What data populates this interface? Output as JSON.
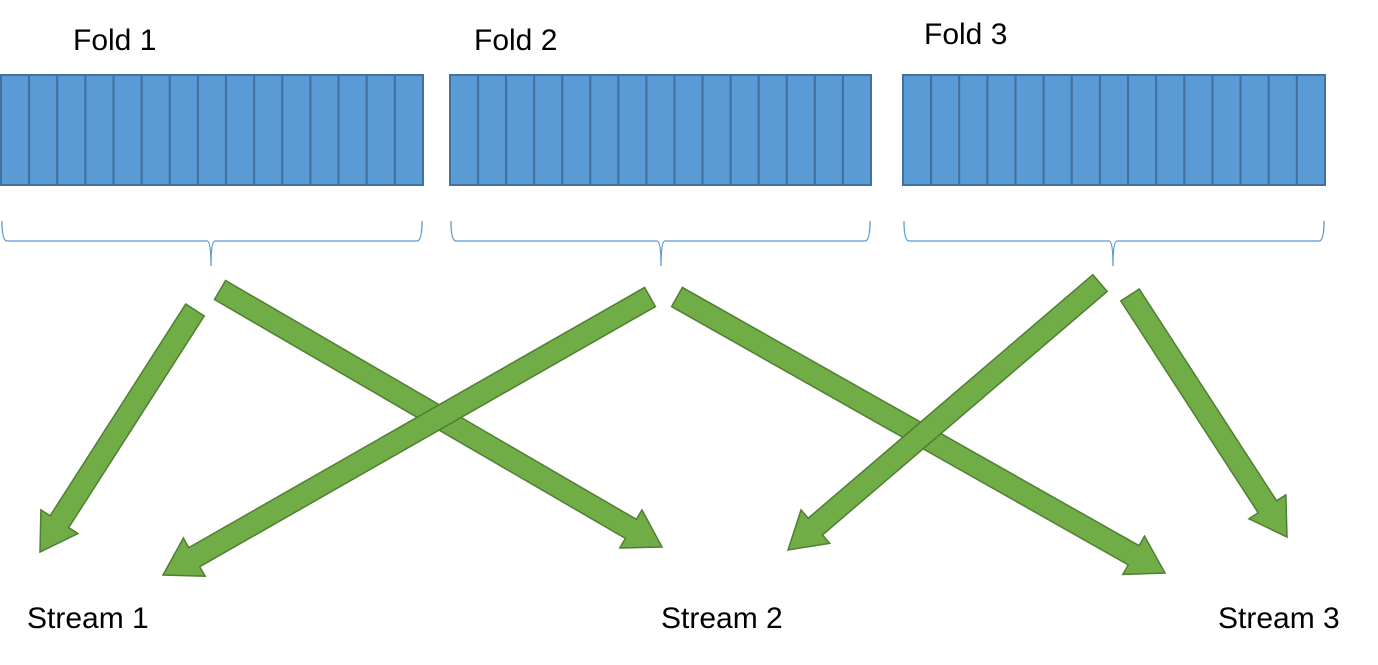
{
  "folds": [
    {
      "label": "Fold 1",
      "cells": 15
    },
    {
      "label": "Fold 2",
      "cells": 15
    },
    {
      "label": "Fold 3",
      "cells": 15
    }
  ],
  "streams": [
    {
      "label": "Stream 1"
    },
    {
      "label": "Stream 2"
    },
    {
      "label": "Stream 3"
    }
  ],
  "connections": [
    {
      "from": "Fold 1",
      "to": "Stream 1"
    },
    {
      "from": "Fold 1",
      "to": "Stream 2"
    },
    {
      "from": "Fold 2",
      "to": "Stream 1"
    },
    {
      "from": "Fold 2",
      "to": "Stream 3"
    },
    {
      "from": "Fold 3",
      "to": "Stream 2"
    },
    {
      "from": "Fold 3",
      "to": "Stream 3"
    }
  ],
  "colors": {
    "cell_fill": "#5B9BD5",
    "cell_stroke": "#41719C",
    "brace": "#5B9BD5",
    "arrow_fill": "#70AD47",
    "arrow_stroke": "#507E32"
  }
}
